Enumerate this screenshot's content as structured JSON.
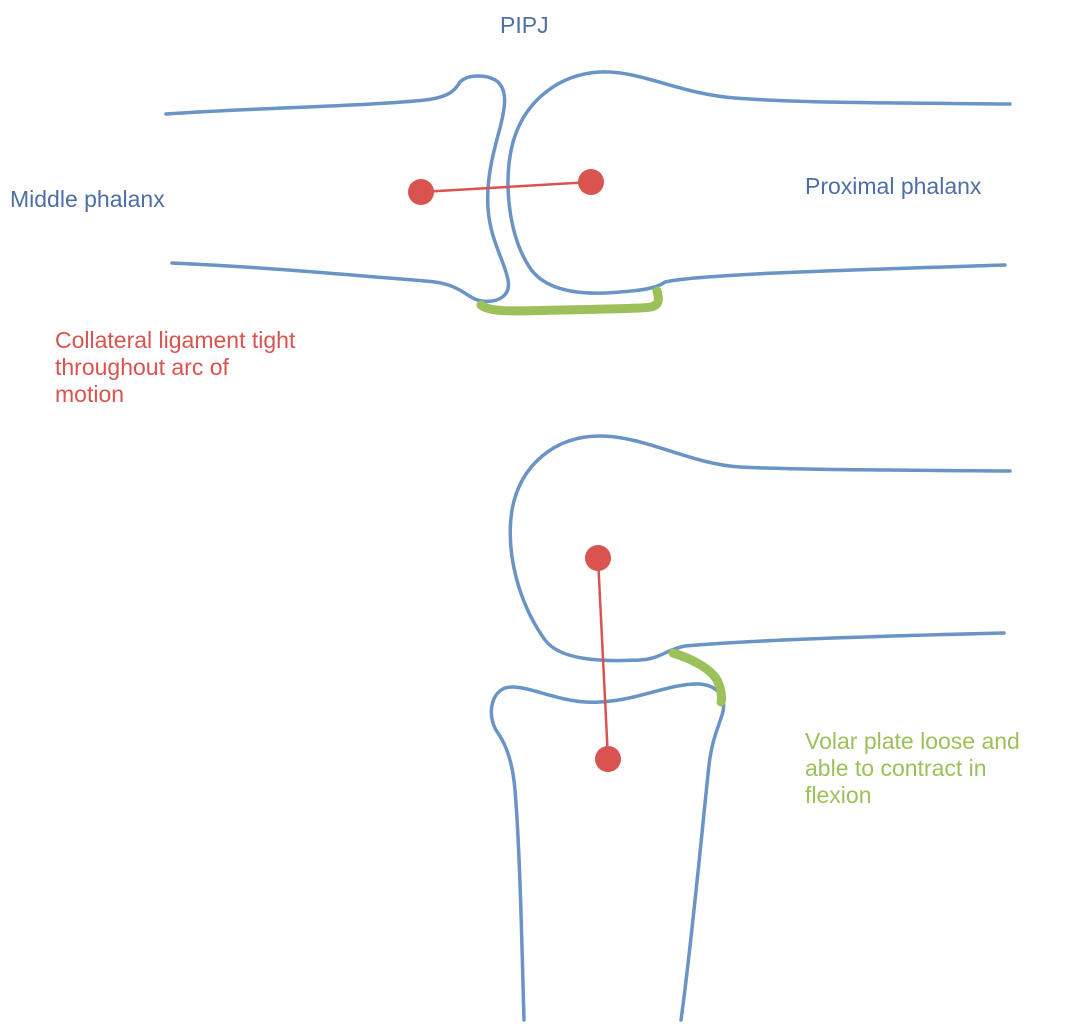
{
  "colors": {
    "bone_outline": "#6a93c6",
    "label_blue": "#4d6fa5",
    "collateral_ligament": "#d9534f",
    "volar_plate": "#9cc05a",
    "background": "#ffffff"
  },
  "labels": {
    "joint": "PIPJ",
    "middle_phalanx": "Middle phalanx",
    "proximal_phalanx": "Proximal phalanx",
    "collateral_ligament": "Collateral ligament tight\nthroughout arc of\nmotion",
    "volar_plate": "Volar plate loose and\nable to contract in\nflexion"
  }
}
